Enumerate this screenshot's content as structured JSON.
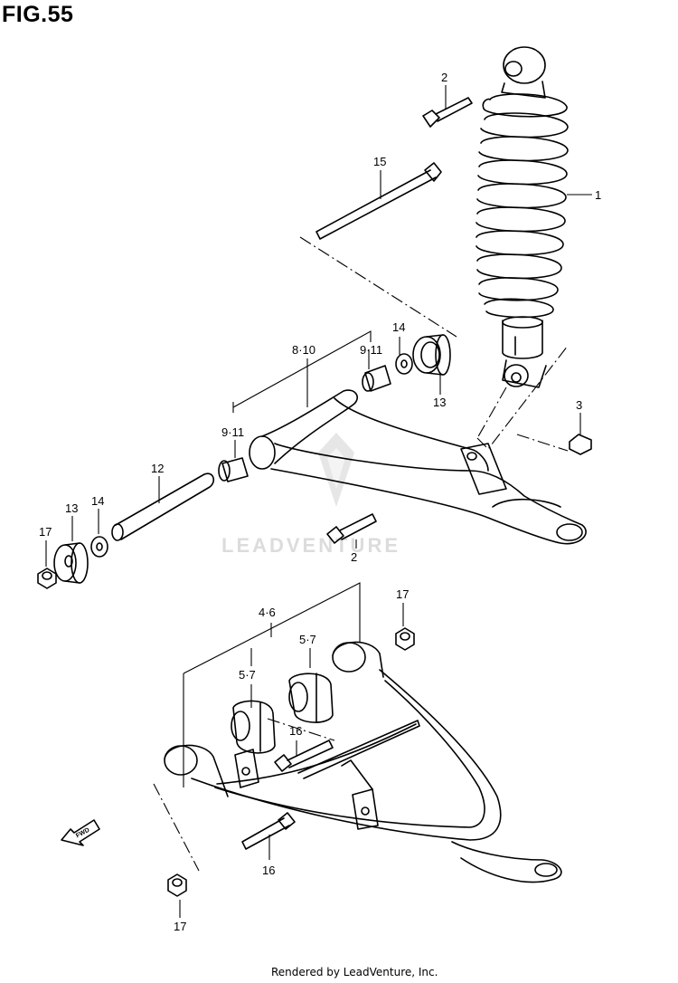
{
  "figure": {
    "title": "FIG.55"
  },
  "footer": {
    "text": "Rendered by LeadVenture, Inc."
  },
  "watermark": {
    "text": "LEADVENTURE"
  },
  "callouts": {
    "c1": "1",
    "c2a": "2",
    "c2b": "2",
    "c3": "3",
    "c4_6": "4·6",
    "c5_7a": "5·7",
    "c5_7b": "5·7",
    "c8_10": "8·10",
    "c9_11a": "9·11",
    "c9_11b": "9·11",
    "c12": "12",
    "c13a": "13",
    "c13b": "13",
    "c14a": "14",
    "c14b": "14",
    "c15": "15",
    "c16a": "16",
    "c16b": "16",
    "c17a": "17",
    "c17b": "17",
    "c17c": "17"
  },
  "fwd_arrow": {
    "text": "FWD"
  },
  "colors": {
    "line": "#000000",
    "watermark": "#dcdcdc",
    "background": "#ffffff"
  },
  "icons": [
    "leadventure-logo-icon",
    "fwd-arrow-icon"
  ]
}
